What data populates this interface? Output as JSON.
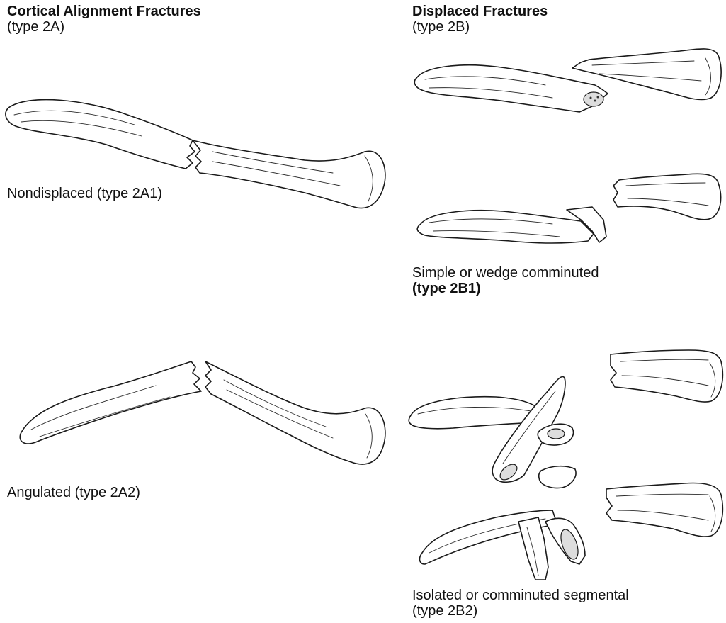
{
  "left_column": {
    "heading": "Cortical Alignment Fractures",
    "subheading": "(type 2A)",
    "nondisplaced_label": "Nondisplaced (type 2A1)",
    "angulated_label": "Angulated (type 2A2)"
  },
  "right_column": {
    "heading": "Displaced Fractures",
    "subheading": "(type 2B)",
    "simple_label_line1": "Simple or wedge comminuted",
    "simple_label_line2": "(type 2B1)",
    "segmental_label_line1": "Isolated or comminuted segmental",
    "segmental_label_line2": "(type 2B2)"
  },
  "colors": {
    "ink": "#1a1a1a",
    "background": "#ffffff",
    "marrow": "#dddddd"
  }
}
